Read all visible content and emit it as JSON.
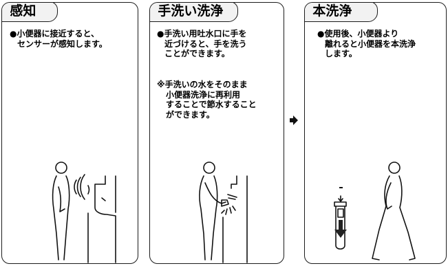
{
  "panels": [
    {
      "title": "感知",
      "lines": [
        "●小便器に接近すると、",
        "センサーが感知します。"
      ]
    },
    {
      "title": "手洗い洗浄",
      "lines": [
        "●手洗い用吐水口に手を",
        "近づけると、手を洗う",
        "ことができます。"
      ],
      "note_lines": [
        "※手洗いの水をそのまま",
        "小便器洗浄に再利用",
        "することで節水すること",
        "ができます。"
      ]
    },
    {
      "title": "本洗浄",
      "lines": [
        "●使用後、小便器より",
        "離れると小便器を本洗浄",
        "します。"
      ]
    }
  ],
  "arrow_icon": "right-arrow-icon"
}
